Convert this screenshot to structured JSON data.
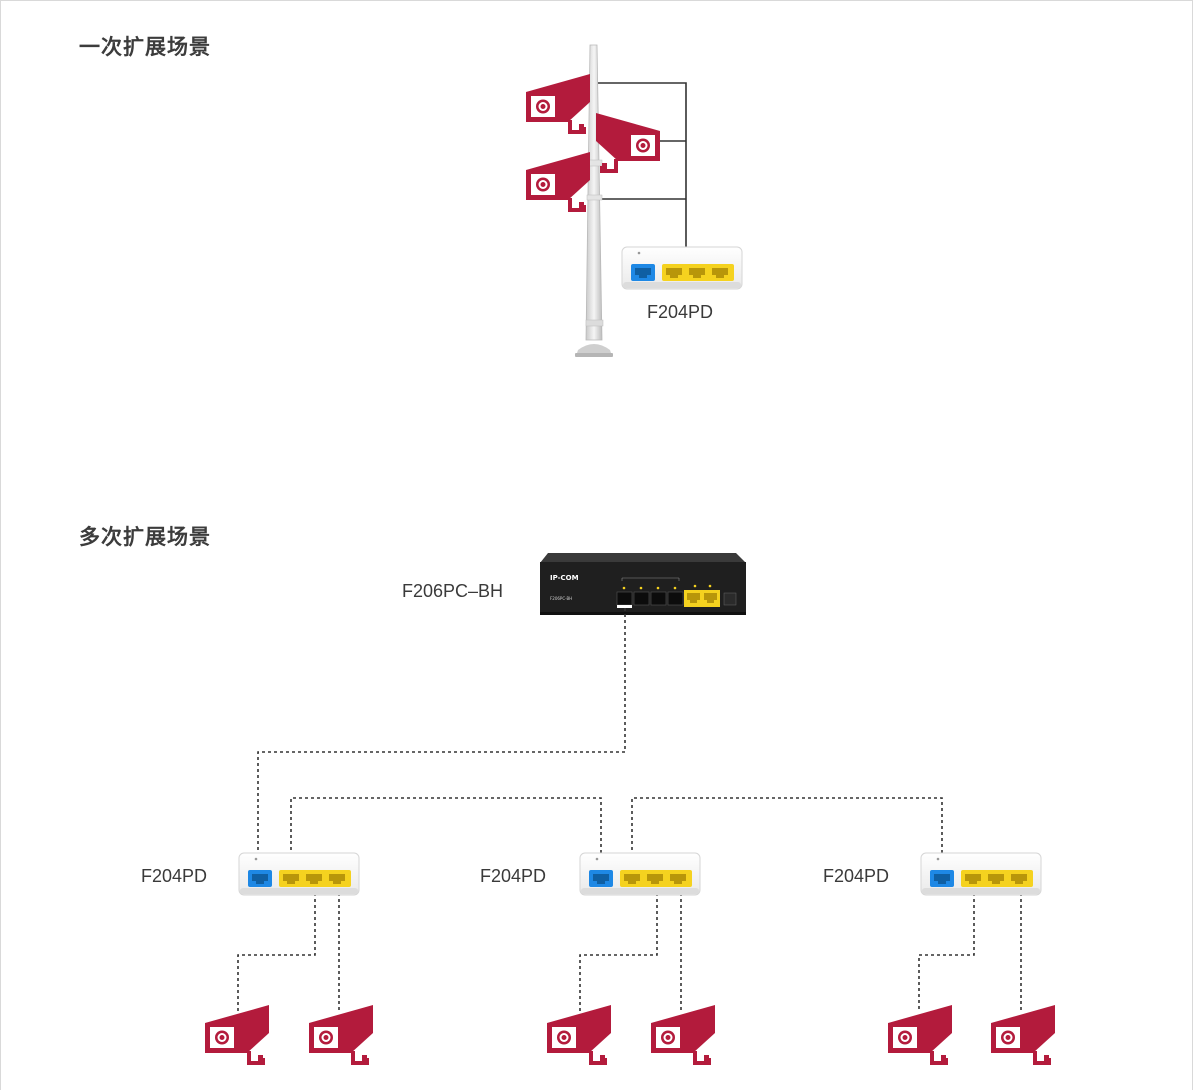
{
  "sections": {
    "single": {
      "title": "一次扩展场景",
      "switch_label": "F204PD"
    },
    "multi": {
      "title": "多次扩展场景",
      "root_label": "F206PC–BH",
      "root_brand": "IP-COM",
      "root_model_text": "F206PC-BH",
      "switch_labels": [
        "F204PD",
        "F204PD",
        "F204PD"
      ]
    }
  },
  "colors": {
    "camera": "#b31b3c",
    "uplink_port": "#1e88e5",
    "poe_port": "#f5d21f",
    "cable": "#333333"
  },
  "icons": [
    "camera-icon",
    "pole-icon",
    "switch-icon",
    "poe-switch-icon"
  ]
}
